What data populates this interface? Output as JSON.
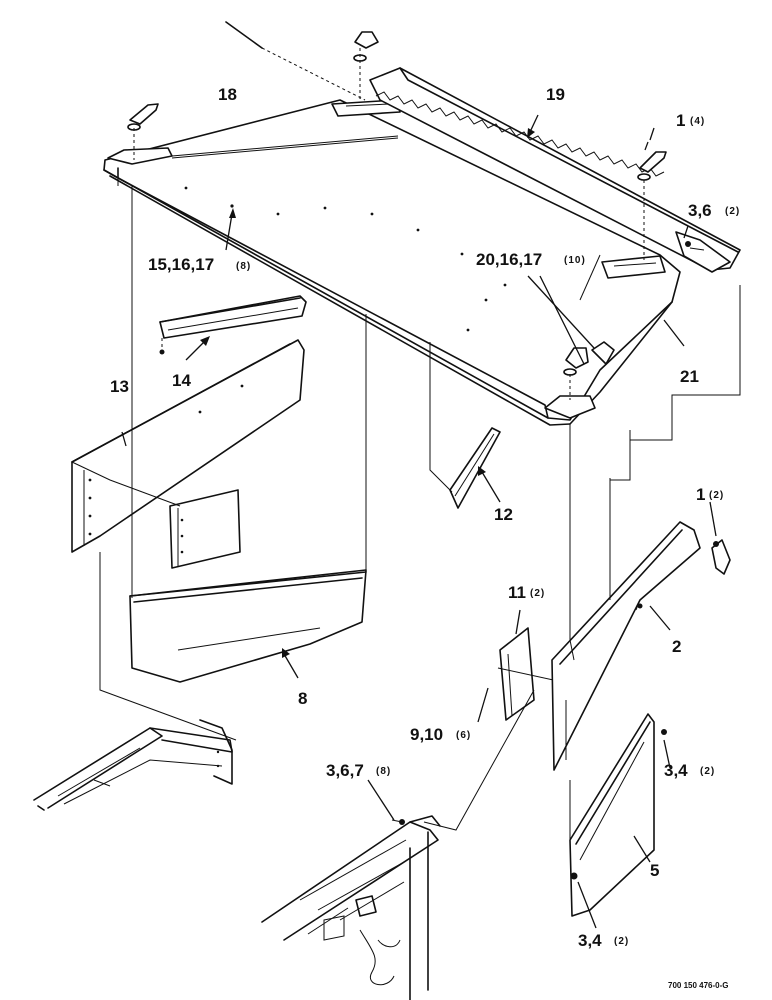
{
  "callouts": {
    "c1a": {
      "num": "1",
      "qty": "(4)"
    },
    "c1b": {
      "num": "1",
      "qty": "(2)"
    },
    "c2": {
      "num": "2"
    },
    "c3_4a": {
      "num": "3,4",
      "qty": "(2)"
    },
    "c3_4b": {
      "num": "3,4",
      "qty": "(2)"
    },
    "c3_6": {
      "num": "3,6",
      "qty": "(2)"
    },
    "c3_6_7": {
      "num": "3,6,7",
      "qty": "(8)"
    },
    "c5": {
      "num": "5"
    },
    "c8": {
      "num": "8"
    },
    "c9_10": {
      "num": "9,10",
      "qty": "(6)"
    },
    "c11": {
      "num": "11",
      "qty": "(2)"
    },
    "c12": {
      "num": "12"
    },
    "c13": {
      "num": "13"
    },
    "c14": {
      "num": "14"
    },
    "c15_16_17": {
      "num": "15,16,17",
      "qty": "(8)"
    },
    "c18": {
      "num": "18"
    },
    "c19": {
      "num": "19"
    },
    "c20_16_17": {
      "num": "20,16,17",
      "qty": "(10)"
    },
    "c21": {
      "num": "21"
    }
  },
  "drawing_ref": "700 150 476-0-G"
}
